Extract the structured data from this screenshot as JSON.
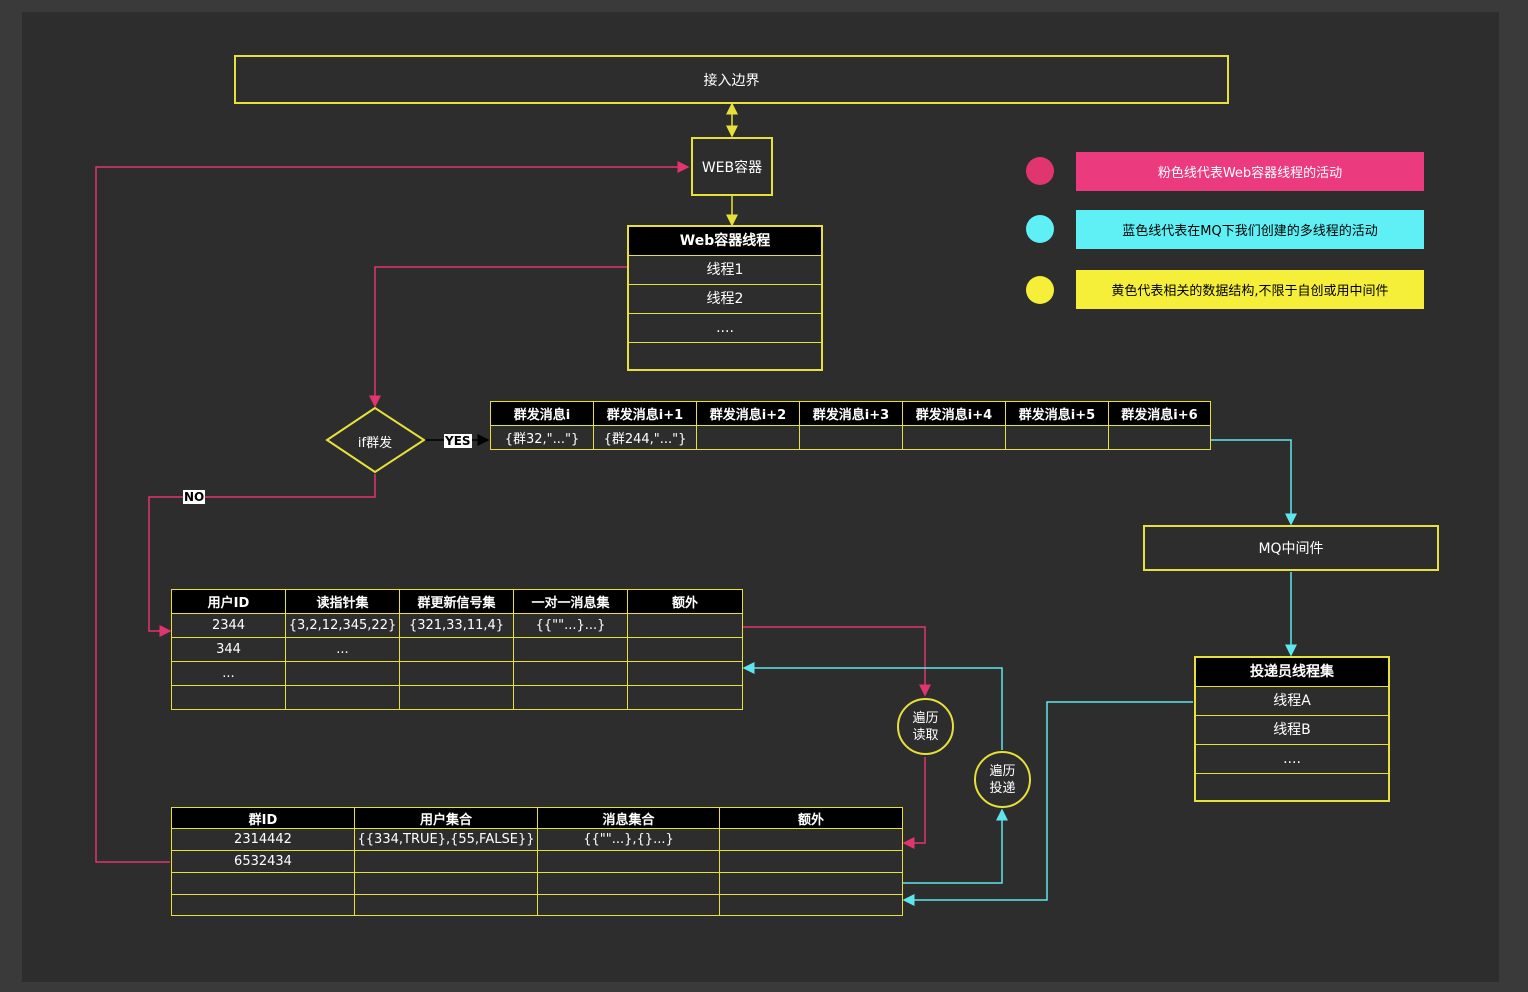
{
  "boundary": {
    "label": "接入边界"
  },
  "web_container": {
    "label": "WEB容器"
  },
  "web_threads": {
    "header": "Web容器线程",
    "rows": [
      "线程1",
      "线程2",
      "....",
      ""
    ]
  },
  "decision": {
    "label": "if群发",
    "yes": "YES",
    "no": "NO"
  },
  "mass_messages": {
    "headers": [
      "群发消息i",
      "群发消息i+1",
      "群发消息i+2",
      "群发消息i+3",
      "群发消息i+4",
      "群发消息i+5",
      "群发消息i+6"
    ],
    "values": [
      "{群32,\"...\"}",
      "{群244,\"...\"}",
      "",
      "",
      "",
      "",
      ""
    ]
  },
  "mq": {
    "label": "MQ中间件"
  },
  "delivery_threads": {
    "header": "投递员线程集",
    "rows": [
      "线程A",
      "线程B",
      "....",
      ""
    ]
  },
  "user_table": {
    "headers": [
      "用户ID",
      "读指针集",
      "群更新信号集",
      "一对一消息集",
      "额外"
    ],
    "rows": [
      [
        "2344",
        "{3,2,12,345,22}",
        "{321,33,11,4}",
        "{{\"\"...}...}",
        ""
      ],
      [
        "344",
        "...",
        "",
        "",
        ""
      ],
      [
        "...",
        "",
        "",
        "",
        ""
      ],
      [
        "",
        "",
        "",
        "",
        ""
      ]
    ]
  },
  "group_table": {
    "headers": [
      "群ID",
      "用户集合",
      "消息集合",
      "额外"
    ],
    "rows": [
      [
        "2314442",
        "{{334,TRUE},{55,FALSE}}",
        "{{\"\"...},{}...}",
        ""
      ],
      [
        "6532434",
        "",
        "",
        ""
      ],
      [
        "",
        "",
        "",
        ""
      ],
      [
        "",
        "",
        "",
        ""
      ]
    ]
  },
  "traverse_read": {
    "label": "遍历\n读取"
  },
  "traverse_deliver": {
    "label": "遍历\n投递"
  },
  "legend": [
    {
      "text": "粉色线代表Web容器线程的活动",
      "color": "#ec3a7e"
    },
    {
      "text": "蓝色线代表在MQ下我们创建的多线程的活动",
      "color": "#5ff0f5"
    },
    {
      "text": "黄色代表相关的数据结构,不限于自创或用中间件",
      "color": "#f5ef3a"
    }
  ],
  "colors": {
    "pink": "#e0356f",
    "cyan": "#5ee6ee",
    "yellow": "#e8e03a"
  }
}
